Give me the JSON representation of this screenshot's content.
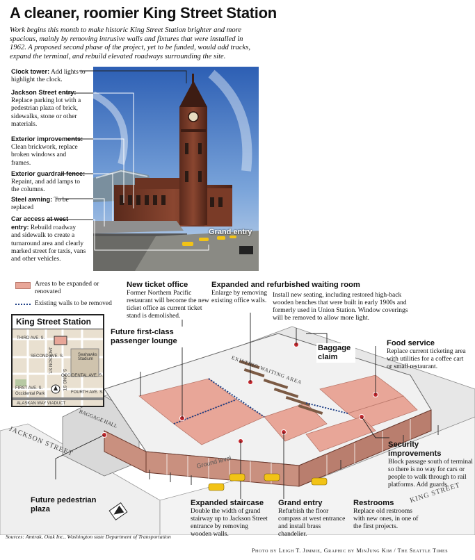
{
  "title": "A cleaner, roomier King Street Station",
  "intro": "Work begins this month to make historic King Street Station brighter and more spacious, mainly by removing intrusive walls and fixtures that were installed in 1962. A proposed second phase of the project, yet to be funded, would add tracks, expand the terminal, and rebuild elevated roadways surrounding the site.",
  "photo_callouts": [
    {
      "head": "Clock tower:",
      "text": "Add lights to highlight the clock."
    },
    {
      "head": "Jackson Street entry:",
      "text": "Replace parking lot with a pedestrian plaza of brick, sidewalks, stone or other materials."
    },
    {
      "head": "Exterior improvements:",
      "text": "Clean brickwork, replace broken windows and frames."
    },
    {
      "head": "Exterior guardrail fence:",
      "text": "Repaint, and add lamps to the columns."
    },
    {
      "head": "Steel awning:",
      "text": "To be replaced"
    },
    {
      "head": "Car access at west entry:",
      "text": "Rebuild roadway and sidewalk to create a turnaround area and clearly marked street for taxis, vans and other vehicles."
    }
  ],
  "photo_label": "Grand entry",
  "legend": {
    "expanded": "Areas to be expanded or renovated",
    "walls": "Existing walls to be removed",
    "colors": {
      "expanded": "#e8a698",
      "walls": "#1e3f86"
    }
  },
  "map": {
    "title": "King Street Station",
    "streets": [
      "THIRD AVE. S.",
      "SECOND AVE. S.",
      "FIRST AVE. S.",
      "JACKSON ST.",
      "OCCIDENTAL AVE. S.",
      "S. KING ST.",
      "FOURTH AVE. S.",
      "ALASKAN WAY VIADUCT"
    ],
    "places": [
      "Seahawks Stadium",
      "Occidental Park"
    ],
    "north": "N"
  },
  "sections": {
    "new_ticket_office": {
      "head": "New ticket office",
      "text": "Former Northern Pacific restaurant will become the new ticket office as current ticket stand is demolished."
    },
    "waiting_room": {
      "head": "Expanded and refurbished waiting room",
      "text_a": "Enlarge by removing existing office walls.",
      "text_b": "Install new seating, including restored high-back wooden benches that were built in early 1900s and formerly used in Union Station. Window coverings will be removed to allow more light."
    },
    "first_class": {
      "head": "Future first-class passenger lounge"
    },
    "baggage_claim": {
      "head": "Baggage claim"
    },
    "food_service": {
      "head": "Food service",
      "text": "Replace current ticketing area with utilities for a coffee cart or small restaurant."
    },
    "security": {
      "head": "Security improvements",
      "text": "Block passage south of terminal so there is no way for cars or people to walk through to rail platforms. Add guards."
    },
    "restrooms": {
      "head": "Restrooms",
      "text": "Replace old restrooms with new ones, in one of the first projects."
    },
    "grand_entry": {
      "head": "Grand entry",
      "text": "Refurbish the floor compass at west entrance and install brass chandelier."
    },
    "staircase": {
      "head": "Expanded staircase",
      "text": "Double the width of grand stairway up to Jackson Street entrance by removing wooden walls."
    },
    "plaza": {
      "head": "Future pedestrian plaza"
    }
  },
  "diagram_labels": {
    "existing_waiting_area": "EXISTING WAITING AREA",
    "baggage_hall": "BAGGAGE HALL",
    "ground_level": "Ground level",
    "jackson_street": "JACKSON STREET",
    "king_street": "KING STREET",
    "north": "N"
  },
  "sources": "Sources: Amtrak, Otak Inc., Washington state Department of Transportation",
  "credit": "Photo by Leigh T. Jimmie, Graphic by MinJung Kim / The Seattle Times"
}
